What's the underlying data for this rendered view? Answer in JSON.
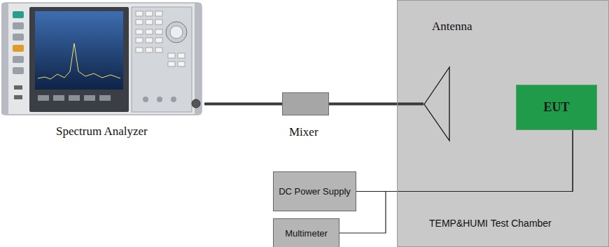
{
  "diagram": {
    "nodes": [
      {
        "text": [
          "Spectrum Analyzer"
        ]
      },
      {
        "text": [
          "Mixer"
        ]
      },
      {
        "text": [
          "TEMP&HUMI Test Chamber"
        ]
      },
      {
        "text": [
          "Antenna"
        ],
        "in": 2
      },
      {
        "text": [
          "EUT"
        ],
        "in": 2
      },
      {
        "text": [
          "DC Power Supply"
        ]
      },
      {
        "text": [
          "Multimeter"
        ]
      }
    ],
    "edges": [
      {
        "from": 0,
        "to": 1,
        "arrow": "none"
      },
      {
        "from": 1,
        "to": 3,
        "arrow": "none"
      },
      {
        "from": 5,
        "to": 4,
        "arrow": "none"
      },
      {
        "from": 6,
        "to": 4,
        "arrow": "none"
      }
    ]
  }
}
